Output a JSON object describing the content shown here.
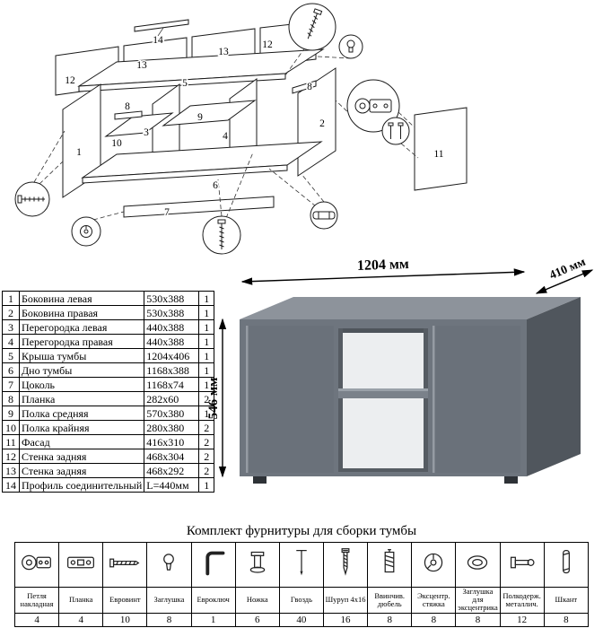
{
  "diagram": {
    "labels": [
      "14",
      "13",
      "12",
      "5",
      "13",
      "12",
      "8",
      "9",
      "3",
      "10",
      "1",
      "8",
      "2",
      "4",
      "6",
      "7",
      "11"
    ]
  },
  "parts_table": {
    "rows": [
      {
        "num": "1",
        "name": "Боковина левая",
        "size": "530x388",
        "qty": "1"
      },
      {
        "num": "2",
        "name": "Боковина правая",
        "size": "530x388",
        "qty": "1"
      },
      {
        "num": "3",
        "name": "Перегородка левая",
        "size": "440x388",
        "qty": "1"
      },
      {
        "num": "4",
        "name": "Перегородка правая",
        "size": "440x388",
        "qty": "1"
      },
      {
        "num": "5",
        "name": "Крыша тумбы",
        "size": "1204x406",
        "qty": "1"
      },
      {
        "num": "6",
        "name": "Дно тумбы",
        "size": "1168x388",
        "qty": "1"
      },
      {
        "num": "7",
        "name": "Цоколь",
        "size": "1168x74",
        "qty": "1"
      },
      {
        "num": "8",
        "name": "Планка",
        "size": "282x60",
        "qty": "2"
      },
      {
        "num": "9",
        "name": "Полка средняя",
        "size": "570x380",
        "qty": "1"
      },
      {
        "num": "10",
        "name": "Полка крайняя",
        "size": "280x380",
        "qty": "2"
      },
      {
        "num": "11",
        "name": "Фасад",
        "size": "416x310",
        "qty": "2"
      },
      {
        "num": "12",
        "name": "Стенка задняя",
        "size": "468x304",
        "qty": "2"
      },
      {
        "num": "13",
        "name": "Стенка задняя",
        "size": "468x292",
        "qty": "2"
      },
      {
        "num": "14",
        "name": "Профиль соединительный",
        "size": "L=440мм",
        "qty": "1"
      }
    ]
  },
  "render": {
    "width_label": "1204 мм",
    "depth_label": "410 мм",
    "height_label": "546 мм",
    "colors": {
      "top": "#8d939b",
      "front": "#6e757e",
      "side": "#50565d",
      "door": "#6a717a",
      "interior": "#eceef0"
    }
  },
  "hardware": {
    "title": "Комплект фурнитуры для сборки тумбы",
    "items": [
      {
        "icon": "hinge-icon",
        "name": "Петля накладная",
        "qty": "4"
      },
      {
        "icon": "plate-icon",
        "name": "Планка",
        "qty": "4"
      },
      {
        "icon": "euroscrew-icon",
        "name": "Евровинт",
        "qty": "10"
      },
      {
        "icon": "cap-icon",
        "name": "Заглушка",
        "qty": "8"
      },
      {
        "icon": "hexkey-icon",
        "name": "Евроключ",
        "qty": "1"
      },
      {
        "icon": "leg-icon",
        "name": "Ножка",
        "qty": "6"
      },
      {
        "icon": "nail-icon",
        "name": "Гвоздь",
        "qty": "40"
      },
      {
        "icon": "screw-icon",
        "name": "Шуруп 4x16",
        "qty": "16"
      },
      {
        "icon": "screwin-dowel-icon",
        "name": "Ввинчив. дюбель",
        "qty": "8"
      },
      {
        "icon": "cam-lock-icon",
        "name": "Эксцентр. стяжка",
        "qty": "8"
      },
      {
        "icon": "cam-cap-icon",
        "name": "Заглушка для эксцентрика",
        "qty": "8"
      },
      {
        "icon": "shelf-support-icon",
        "name": "Полкодерж. металлич.",
        "qty": "12"
      },
      {
        "icon": "dowel-icon",
        "name": "Шкант",
        "qty": "8"
      }
    ]
  }
}
